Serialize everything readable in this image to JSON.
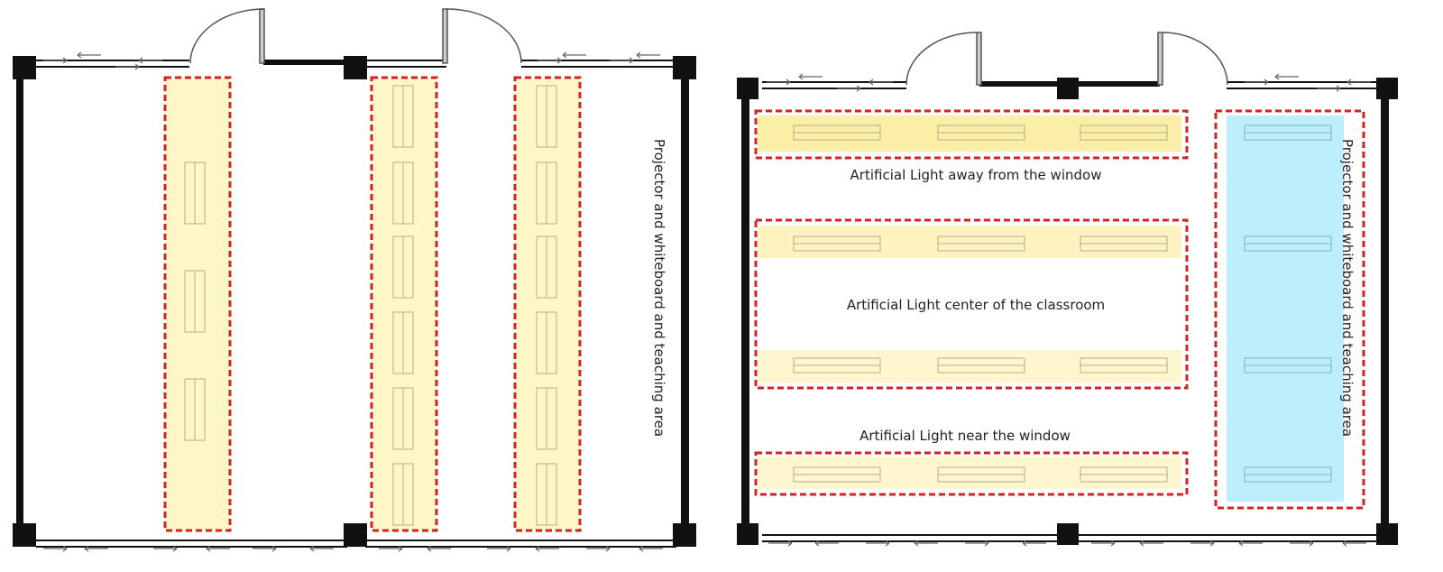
{
  "labels": {
    "teaching_area": "Projector and whiteboard and teaching area",
    "zone_away": "Artificial Light away from the window",
    "zone_center": "Artificial Light center of the classroom",
    "zone_near": "Artificial Light near the window"
  },
  "colors": {
    "wall": "#111111",
    "zone_border": "#d32222",
    "yellow_fill": "#fdf6c6",
    "yellow_band": "#fbeea7",
    "cyan_fill": "#bdeefb",
    "fixture_stroke": "#b8ad8a",
    "window_stroke": "#777777"
  },
  "icons": [
    "door-icon",
    "sliding-window-arrow-icon",
    "light-fixture-icon",
    "column-icon"
  ]
}
